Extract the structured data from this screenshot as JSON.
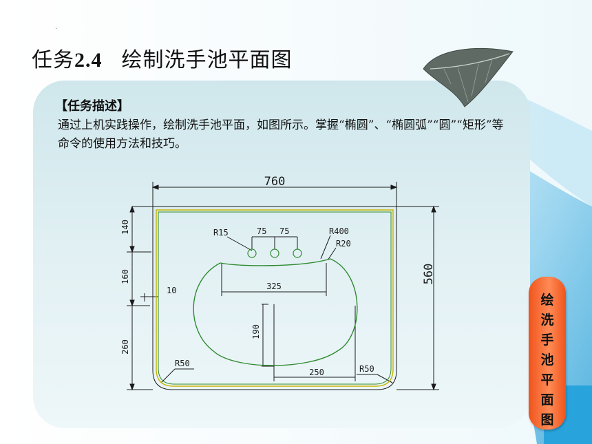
{
  "slide": {
    "title_prefix": "任务",
    "title_number": "2.4",
    "title_text": "绘制洗手池平面图",
    "decoration_dot": "."
  },
  "description": {
    "heading": "【任务描述】",
    "body": "通过上机实践操作，绘制洗手池平面，如图所示。掌握“椭圆”、“椭圆弧”“圆”“矩形”等命令的使用方法和技巧。"
  },
  "drawing": {
    "dim_width": "760",
    "dim_height": "560",
    "dim_140": "140",
    "dim_160": "160",
    "dim_260": "260",
    "dim_10": "10",
    "dim_r15": "R15",
    "dim_75a": "75",
    "dim_75b": "75",
    "dim_r400": "R400",
    "dim_r20": "R20",
    "dim_325": "325",
    "dim_190": "190",
    "dim_250": "250",
    "dim_r50_left": "R50",
    "dim_r50_right": "R50"
  },
  "side_tab": {
    "chars": "绘\n洗\n手\n池\n平\n面\n图"
  },
  "colors": {
    "panel": "#d6ebef",
    "accent_blue": "#5bb5e0",
    "tab_orange": "#f56a2f",
    "drawing_green": "#2f8a2f",
    "drawing_yellow": "#c8b400"
  }
}
